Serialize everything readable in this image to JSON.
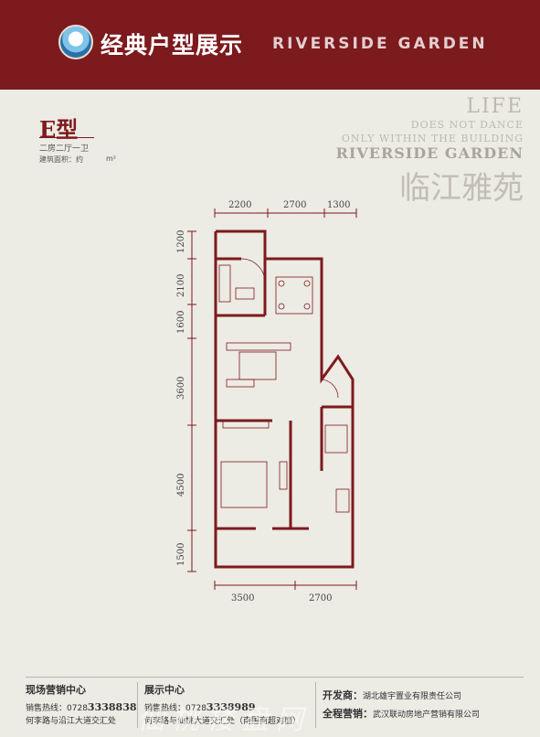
{
  "header": {
    "brand_cn": "经典户型展示",
    "brand_en": "RIVERSIDE GARDEN",
    "logo_icon": "globe-logo-icon",
    "band_color": "#7d1a1d"
  },
  "slogan": {
    "line1": "LIFE",
    "line2": "DOES NOT DANCE",
    "line3": "ONLY WITHIN THE BUILDING",
    "line4": "RIVERSIDE GARDEN",
    "line5": "临江雅苑"
  },
  "unit": {
    "name": "E型",
    "rooms": "二房二厅一卫",
    "area_label": "建筑面积：约",
    "area_unit": "m²"
  },
  "plan": {
    "top_dims": [
      "2200",
      "2700",
      "1300"
    ],
    "left_dims": [
      "1200",
      "2100",
      "1600",
      "3600",
      "4500",
      "1500"
    ],
    "bottom_dims": [
      "3500",
      "2700"
    ]
  },
  "footer": {
    "site_title": "现场营销中心",
    "site_hotline_label": "销售热线：",
    "site_hotline_prefix": "0728",
    "site_hotline_number": "3338838",
    "site_address": "何李路与沿江大道交汇处",
    "show_title": "展示中心",
    "show_hotline_label": "销售热线：",
    "show_hotline_prefix": "0728",
    "show_hotline_number": "3338989",
    "show_address": "何李路与仙桃大道交汇处（南国商超对面）",
    "developer_label": "开发商：",
    "developer": "湖北雄宇置业有限责任公司",
    "agent_label": "全程营销：",
    "agent": "武汉联动房地产营销有限公司"
  },
  "watermark": "仙桃楼盘网"
}
